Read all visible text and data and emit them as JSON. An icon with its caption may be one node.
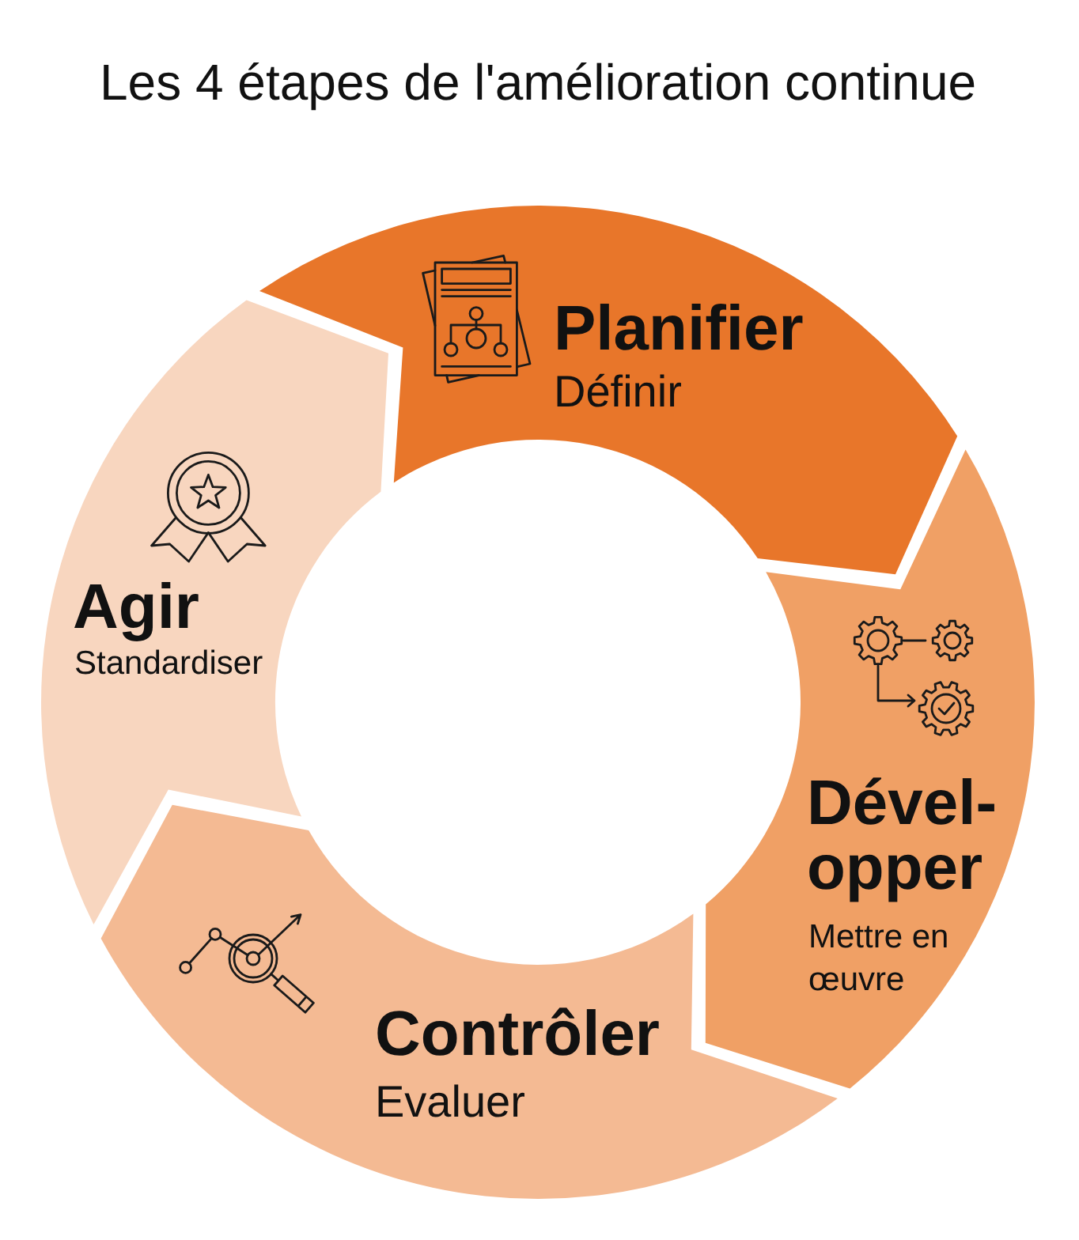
{
  "diagram": {
    "title": "Les 4 étapes de l'amélioration continue",
    "nodes": [
      {
        "text": [
          "Planifier",
          "Définir"
        ]
      },
      {
        "text": [
          "Dével- opper",
          "Mettre en œuvre"
        ]
      },
      {
        "text": [
          "Contrôler",
          "Evaluer"
        ]
      },
      {
        "text": [
          "Agir",
          "Standardiser"
        ]
      }
    ]
  }
}
